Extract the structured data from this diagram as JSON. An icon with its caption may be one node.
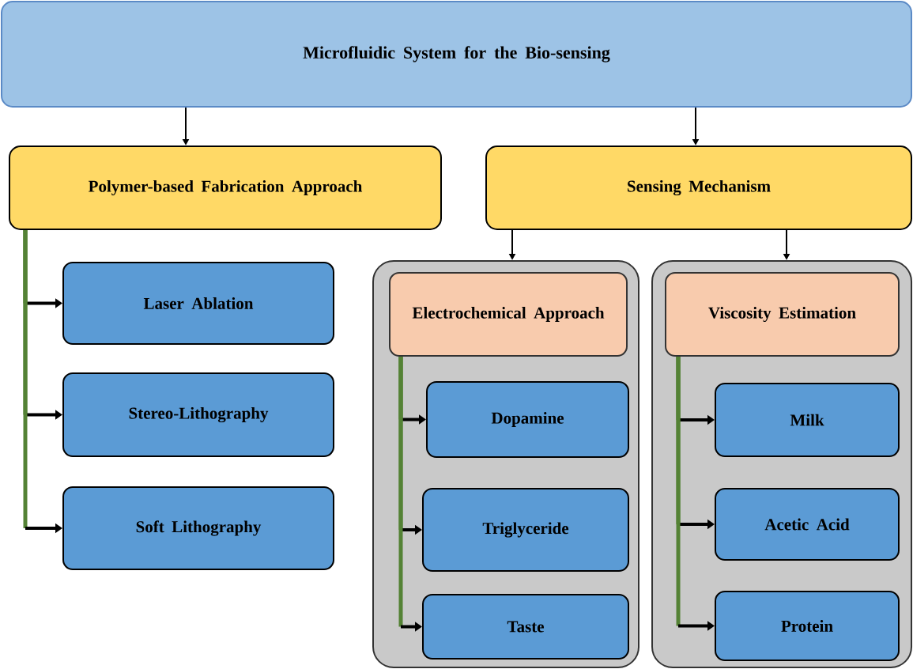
{
  "diagram": {
    "nodes": [
      {
        "text": [
          "Microfluidic System for the Bio-sensing"
        ]
      },
      {
        "text": [
          "Polymer-based Fabrication Approach"
        ]
      },
      {
        "text": [
          "Sensing Mechanism"
        ]
      },
      {
        "text": [
          "Laser Ablation"
        ]
      },
      {
        "text": [
          "Stereo-Lithography"
        ]
      },
      {
        "text": [
          "Soft Lithography"
        ]
      },
      {
        "text": [],
        "shape": "box"
      },
      {
        "text": [
          "Electrochemical Approach"
        ],
        "in": 6
      },
      {
        "text": [
          "Dopamine"
        ],
        "in": 6
      },
      {
        "text": [
          "Triglyceride"
        ],
        "in": 6
      },
      {
        "text": [
          "Taste"
        ],
        "in": 6
      },
      {
        "text": [],
        "shape": "box"
      },
      {
        "text": [
          "Viscosity Estimation"
        ],
        "in": 11
      },
      {
        "text": [
          "Milk"
        ],
        "in": 11
      },
      {
        "text": [
          "Acetic Acid"
        ],
        "in": 11
      },
      {
        "text": [
          "Protein"
        ],
        "in": 11
      }
    ],
    "edges": [
      {
        "from": 0,
        "to": 1,
        "arrow": "to",
        "color": "#000000"
      },
      {
        "from": 0,
        "to": 2,
        "arrow": "to",
        "color": "#000000"
      },
      {
        "from": 1,
        "to": 3,
        "arrow": "to"
      },
      {
        "from": 1,
        "to": 4,
        "arrow": "to"
      },
      {
        "from": 1,
        "to": 5,
        "arrow": "to"
      },
      {
        "from": 2,
        "to": 6,
        "arrow": "to",
        "color": "#000000"
      },
      {
        "from": 2,
        "to": 11,
        "arrow": "to",
        "color": "#000000"
      },
      {
        "from": 7,
        "to": 8,
        "arrow": "to"
      },
      {
        "from": 7,
        "to": 9,
        "arrow": "to"
      },
      {
        "from": 7,
        "to": 10,
        "arrow": "to"
      },
      {
        "from": 12,
        "to": 13,
        "arrow": "to"
      },
      {
        "from": 12,
        "to": 14,
        "arrow": "to"
      },
      {
        "from": 12,
        "to": 15,
        "arrow": "to"
      }
    ]
  }
}
